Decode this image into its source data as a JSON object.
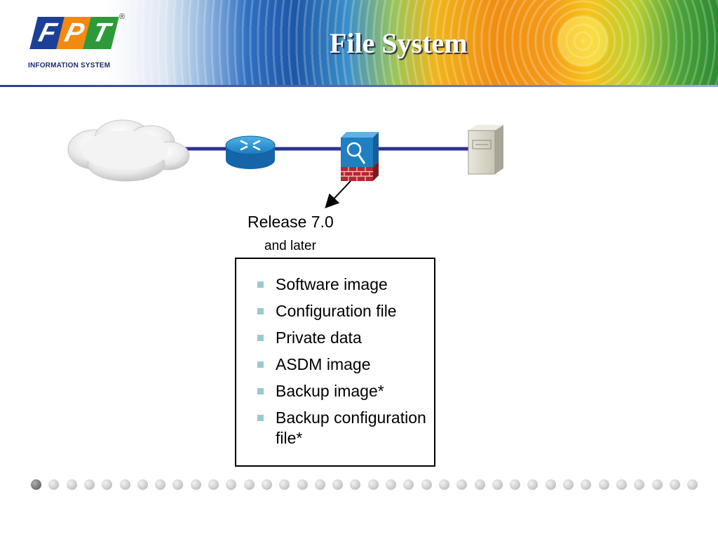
{
  "header": {
    "title": "File System",
    "logo": {
      "letters": [
        "F",
        "P",
        "T"
      ],
      "registered": "®",
      "subtitle": "INFORMATION SYSTEM"
    }
  },
  "diagram": {
    "nodes": [
      {
        "name": "cloud-icon"
      },
      {
        "name": "router-icon"
      },
      {
        "name": "firewall-appliance-icon"
      },
      {
        "name": "server-icon"
      }
    ],
    "release": {
      "label": "Release 7.0",
      "sublabel": "and later"
    },
    "features": [
      "Software image",
      "Configuration file",
      "Private data",
      "ASDM image",
      "Backup image*",
      "Backup configuration file*"
    ],
    "colors": {
      "link_line": "#2e3192",
      "bullet": "#9cc9cc",
      "router": "#1e8fd0",
      "appliance": "#1f7fc0",
      "brick": "#b5272e"
    }
  },
  "footer": {
    "dot_count": 38,
    "active_dot": 1
  }
}
